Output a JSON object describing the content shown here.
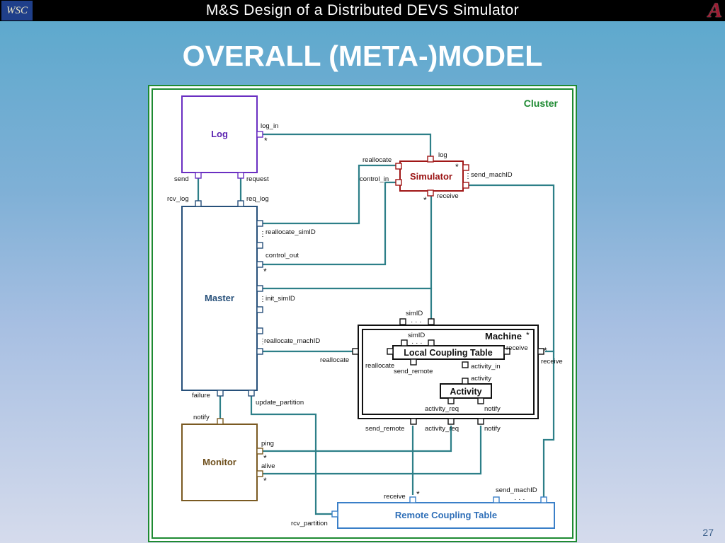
{
  "header": {
    "title": "M&S Design of a Distributed DEVS Simulator",
    "left_logo": "WSC",
    "right_logo": "A"
  },
  "slide": {
    "title": "OVERALL (META-)MODEL",
    "number": "27"
  },
  "diagram": {
    "cluster": "Cluster",
    "log": {
      "name": "Log",
      "ports": {
        "log_in": "log_in",
        "send": "send",
        "request": "request"
      }
    },
    "simulator": {
      "name": "Simulator",
      "ports": {
        "log": "log",
        "reallocate": "reallocate",
        "control_in": "control_in",
        "send_machID": "send_machID",
        "receive": "receive"
      }
    },
    "master": {
      "name": "Master",
      "ports": {
        "rcv_log": "rcv_log",
        "req_log": "req_log",
        "reallocate_simID": "reallocate_simID",
        "control_out": "control_out",
        "init_simID": "init_simID",
        "reallocate_machID": "reallocate_machID",
        "failure": "failure",
        "update_partition": "update_partition"
      }
    },
    "machine": {
      "name": "Machine",
      "ports": {
        "simID": "simID",
        "reallocate_in": "reallocate",
        "reallocate_inner": "reallocate",
        "receive_in": "receive",
        "receive_inner": "receive",
        "send_remote": "send_remote",
        "activity_req": "activity_req",
        "notify": "notify"
      }
    },
    "local_coupling_table": {
      "name": "Local Coupling Table",
      "ports": {
        "simID": "simID",
        "send_remote": "send_remote",
        "activity_in": "activity_in"
      }
    },
    "activity": {
      "name": "Activity",
      "ports": {
        "activity_top": "activity",
        "activity_req": "activity_req",
        "notify": "notify"
      }
    },
    "monitor": {
      "name": "Monitor",
      "ports": {
        "notify": "notify",
        "ping": "ping",
        "alive": "alive"
      }
    },
    "remote_coupling_table": {
      "name": "Remote Coupling Table",
      "ports": {
        "receive": "receive",
        "send_machID": "send_machID",
        "rcv_partition": "rcv_partition"
      }
    },
    "symbols": {
      "star": "*",
      "vdots": "⋮",
      "hdots": "· · ·"
    }
  },
  "colors": {
    "cluster_border": "#1e8a32",
    "log": "#6a2fc2",
    "simulator": "#a01616",
    "master": "#27507a",
    "monitor": "#7a5a22",
    "remote_coupling_table": "#3a7fc8",
    "wire": "#2d7f88"
  }
}
